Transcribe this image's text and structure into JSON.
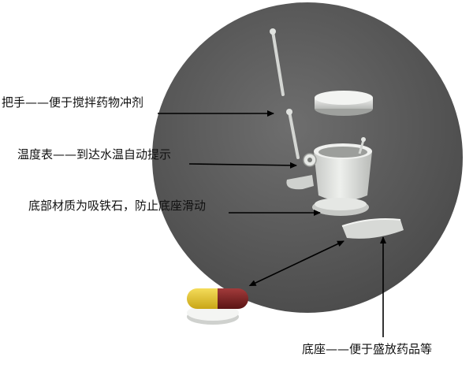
{
  "annotations": {
    "handle": "把手——便于搅拌药物冲剂",
    "thermometer": "温度表——到达水温自动提示",
    "base_material": "底部材质为吸铁石，防止底座滑动",
    "tray": "底座——便于盛放药品等"
  },
  "colors": {
    "background": "#ffffff",
    "circle": "#5b5b5b",
    "model_body": "#d9dbd8",
    "capsule_yellow": "#e8c62a",
    "capsule_red": "#7a1f1f",
    "arrow": "#000000"
  }
}
